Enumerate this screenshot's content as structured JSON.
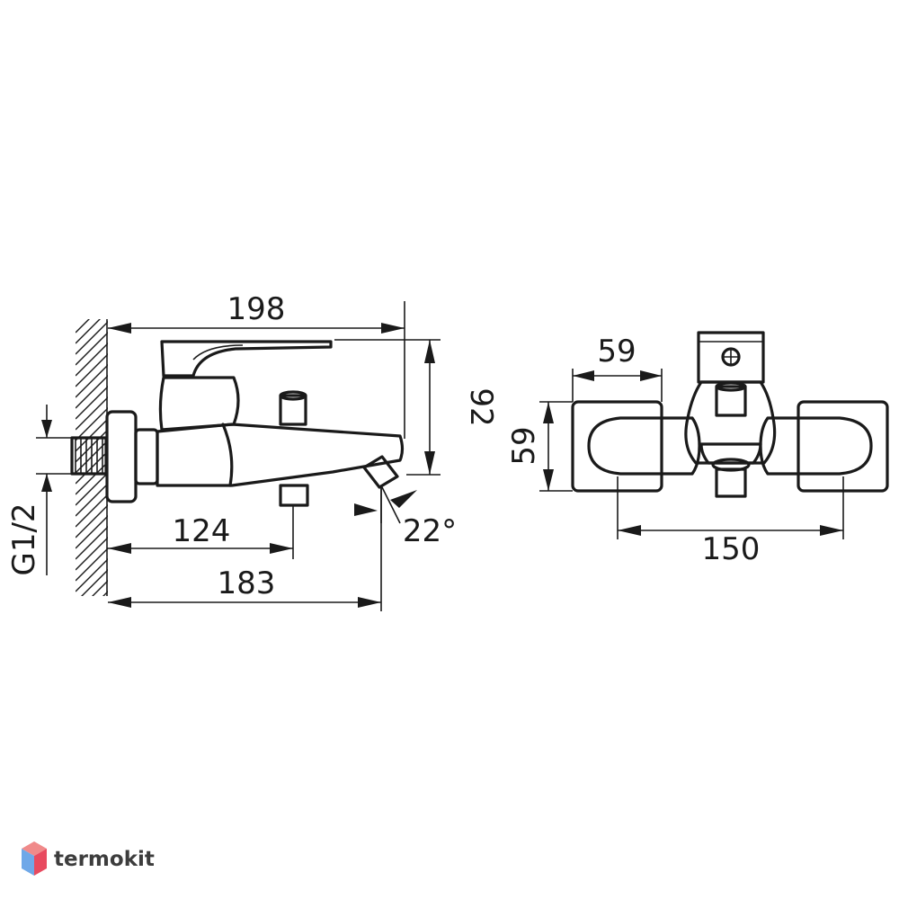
{
  "side_view": {
    "dim_total_length": "198",
    "dim_height": "92",
    "dim_thread": "G1/2",
    "dim_lower_spout": "124",
    "dim_spout_length": "183",
    "dim_angle": "22°"
  },
  "front_view": {
    "dim_left_width": "59",
    "dim_depth": "59",
    "dim_centers": "150"
  },
  "watermark": {
    "brand": "termokit",
    "colors": {
      "top": "#f08a8a",
      "left": "#6fa8e8",
      "right": "#e84a5f"
    }
  }
}
